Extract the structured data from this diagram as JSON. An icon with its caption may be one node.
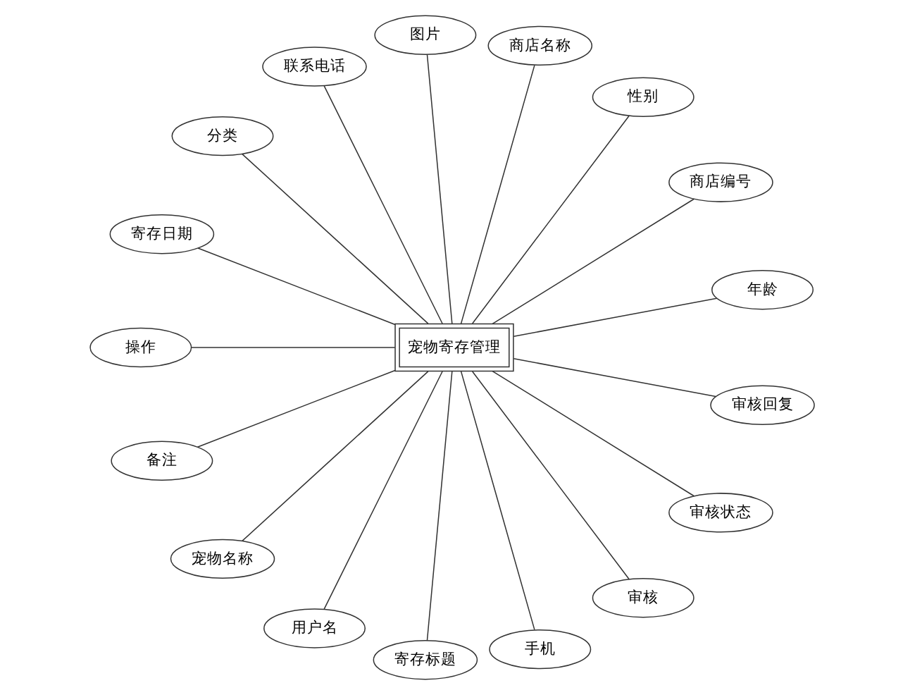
{
  "diagram": {
    "nodes": [
      {
        "text": [
          "宠物寄存管理"
        ]
      },
      {
        "text": [
          "年龄"
        ]
      },
      {
        "text": [
          "商店编号"
        ]
      },
      {
        "text": [
          "性别"
        ]
      },
      {
        "text": [
          "商店名称"
        ]
      },
      {
        "text": [
          "图片"
        ]
      },
      {
        "text": [
          "联系电话"
        ]
      },
      {
        "text": [
          "分类"
        ]
      },
      {
        "text": [
          "寄存日期"
        ]
      },
      {
        "text": [
          "操作"
        ]
      },
      {
        "text": [
          "备注"
        ]
      },
      {
        "text": [
          "宠物名称"
        ]
      },
      {
        "text": [
          "用户名"
        ]
      },
      {
        "text": [
          "寄存标题"
        ]
      },
      {
        "text": [
          "手机"
        ]
      },
      {
        "text": [
          "审核"
        ]
      },
      {
        "text": [
          "审核状态"
        ]
      },
      {
        "text": [
          "审核回复"
        ]
      }
    ],
    "edges": [
      {
        "from": 0,
        "to": 1,
        "arrow": "none"
      },
      {
        "from": 0,
        "to": 2,
        "arrow": "none"
      },
      {
        "from": 0,
        "to": 3,
        "arrow": "none"
      },
      {
        "from": 0,
        "to": 4,
        "arrow": "none"
      },
      {
        "from": 0,
        "to": 5,
        "arrow": "none"
      },
      {
        "from": 0,
        "to": 6,
        "arrow": "none"
      },
      {
        "from": 0,
        "to": 7,
        "arrow": "none"
      },
      {
        "from": 0,
        "to": 8,
        "arrow": "none"
      },
      {
        "from": 0,
        "to": 9,
        "arrow": "none"
      },
      {
        "from": 0,
        "to": 10,
        "arrow": "none"
      },
      {
        "from": 0,
        "to": 11,
        "arrow": "none"
      },
      {
        "from": 0,
        "to": 12,
        "arrow": "none"
      },
      {
        "from": 0,
        "to": 13,
        "arrow": "none"
      },
      {
        "from": 0,
        "to": 14,
        "arrow": "none"
      },
      {
        "from": 0,
        "to": 15,
        "arrow": "none"
      },
      {
        "from": 0,
        "to": 16,
        "arrow": "none"
      },
      {
        "from": 0,
        "to": 17,
        "arrow": "none"
      }
    ]
  }
}
